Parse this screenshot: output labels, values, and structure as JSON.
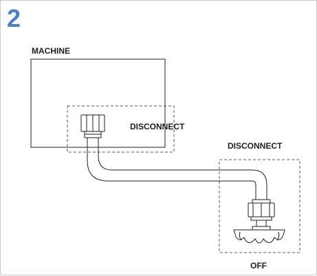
{
  "step": {
    "number": "2",
    "color": "#4f7fc0"
  },
  "labels": {
    "machine": "MACHINE",
    "hose_end_at_machine": "DISCONNECT",
    "hose_end_at_valve": "DISCONNECT",
    "valve_state": "OFF"
  },
  "colors": {
    "line": "#1e1e1e",
    "dashed_box": "#555555",
    "border": "#c8c8c8"
  }
}
